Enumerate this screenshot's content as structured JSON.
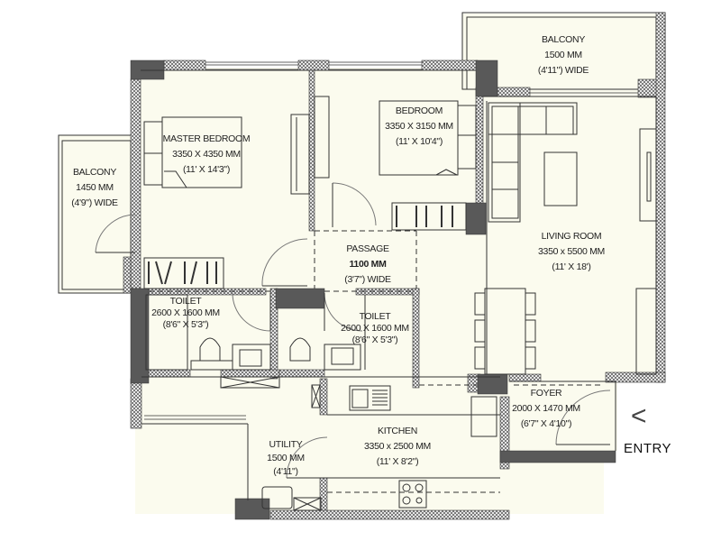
{
  "plan": {
    "colors": {
      "floor": "#fbfbee",
      "wall_hatch": "#9a9a9a",
      "column": "#595959",
      "line": "#333333",
      "background": "#ffffff"
    },
    "rooms": [
      {
        "id": "balcony_left",
        "name": "BALCONY",
        "size": "1450 MM",
        "imperial": "(4'9\") WIDE"
      },
      {
        "id": "master_bedroom",
        "name": "MASTER BEDROOM",
        "size": "3350 X 4350 MM",
        "imperial": "(11' X 14'3\")"
      },
      {
        "id": "bedroom",
        "name": "BEDROOM",
        "size": "3350 X 3150 MM",
        "imperial": "(11' X 10'4\")"
      },
      {
        "id": "balcony_top",
        "name": "BALCONY",
        "size": "1500 MM",
        "imperial": "(4'11\") WIDE"
      },
      {
        "id": "passage",
        "name": "PASSAGE",
        "size": "1100 MM",
        "imperial": "(3'7\") WIDE"
      },
      {
        "id": "living_room",
        "name": "LIVING ROOM",
        "size": "3350 x 5500 MM",
        "imperial": "(11' X 18')"
      },
      {
        "id": "toilet_left",
        "name": "TOILET",
        "size": "2600 X 1600 MM",
        "imperial": "(8'6\" X 5'3\")"
      },
      {
        "id": "toilet_right",
        "name": "TOILET",
        "size": "2600 X 1600 MM",
        "imperial": "(8'6\" X 5'3\")"
      },
      {
        "id": "foyer",
        "name": "FOYER",
        "size": "2000 X 1470 MM",
        "imperial": "(6'7\" X 4'10\")"
      },
      {
        "id": "kitchen",
        "name": "KITCHEN",
        "size": "3350 x 2500 MM",
        "imperial": "(11' X 8'2\")"
      },
      {
        "id": "utility",
        "name": "UTILITY",
        "size": "1500 MM",
        "imperial": "(4'11\")"
      }
    ],
    "entry": {
      "label": "ENTRY",
      "arrow": "<"
    }
  }
}
